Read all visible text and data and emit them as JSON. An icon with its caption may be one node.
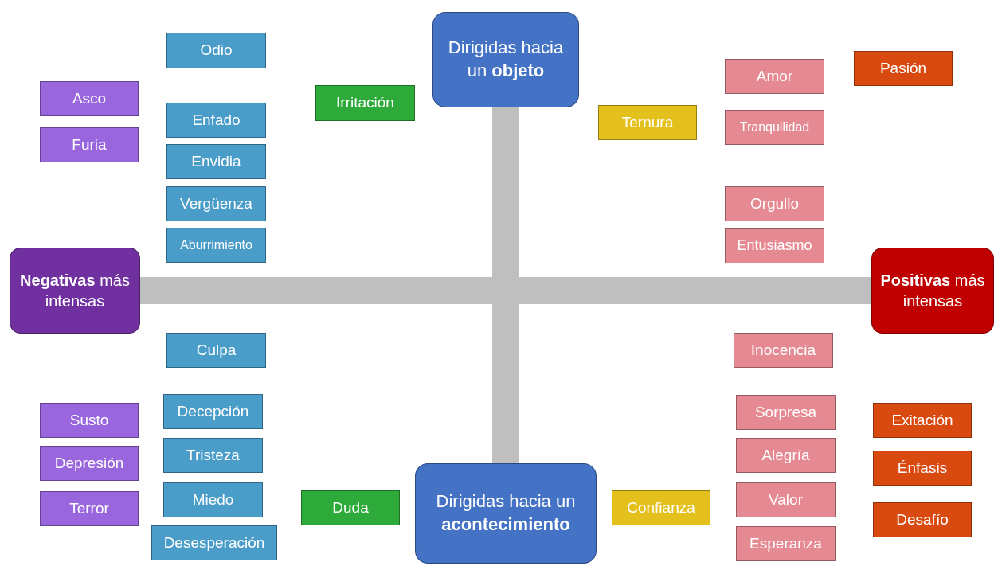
{
  "diagram": {
    "nodes": [
      {
        "text": [
          "Dirigidas hacia un **objeto**"
        ]
      },
      {
        "text": [
          "Odio"
        ]
      },
      {
        "text": [
          "Pasión"
        ]
      },
      {
        "text": [
          "Amor"
        ]
      },
      {
        "text": [
          "Asco"
        ]
      },
      {
        "text": [
          "Irritación"
        ]
      },
      {
        "text": [
          "Enfado"
        ]
      },
      {
        "text": [
          "Ternura"
        ]
      },
      {
        "text": [
          "Tranquilidad"
        ]
      },
      {
        "text": [
          "Furia"
        ]
      },
      {
        "text": [
          "Envidia"
        ]
      },
      {
        "text": [
          "Orgullo"
        ]
      },
      {
        "text": [
          "Vergüenza"
        ]
      },
      {
        "text": [
          "Aburrimiento"
        ]
      },
      {
        "text": [
          "Entusiasmo"
        ]
      },
      {
        "text": [
          "**Negativas** más intensas"
        ]
      },
      {
        "text": [
          "**Positivas** más intensas"
        ]
      },
      {
        "text": [
          "Culpa"
        ]
      },
      {
        "text": [
          "Inocencia"
        ]
      },
      {
        "text": [
          "Decepción"
        ]
      },
      {
        "text": [
          "Sorpresa"
        ]
      },
      {
        "text": [
          "Susto"
        ]
      },
      {
        "text": [
          "Exitación"
        ]
      },
      {
        "text": [
          "Tristeza"
        ]
      },
      {
        "text": [
          "Alegría"
        ]
      },
      {
        "text": [
          "Depresión"
        ]
      },
      {
        "text": [
          "Énfasis"
        ]
      },
      {
        "text": [
          "Dirigidas hacia un **acontecimiento**"
        ]
      },
      {
        "text": [
          "Miedo"
        ]
      },
      {
        "text": [
          "Valor"
        ]
      },
      {
        "text": [
          "Duda"
        ]
      },
      {
        "text": [
          "Confianza"
        ]
      },
      {
        "text": [
          "Terror"
        ]
      },
      {
        "text": [
          "Desafío"
        ]
      },
      {
        "text": [
          "Desesperación"
        ]
      },
      {
        "text": [
          "Esperanza"
        ]
      }
    ],
    "edges": [
      {
        "from": 15,
        "to": 16,
        "arrow": "none"
      },
      {
        "from": 0,
        "to": 27,
        "arrow": "none"
      }
    ]
  }
}
